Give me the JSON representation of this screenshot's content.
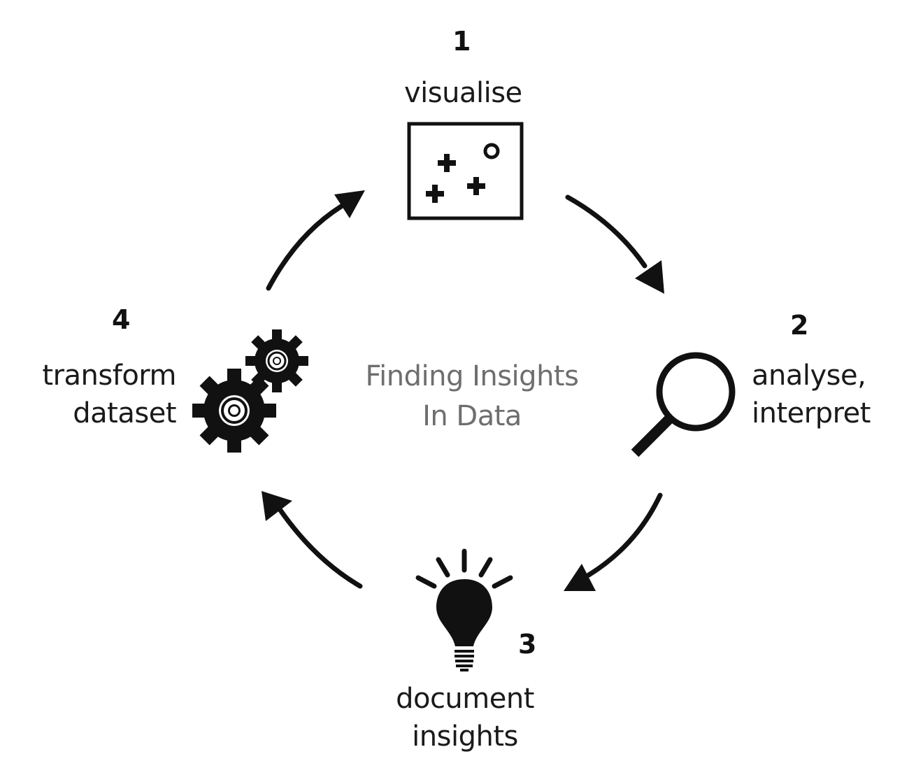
{
  "center_title": {
    "line1": "Finding Insights",
    "line2": "In Data"
  },
  "steps": [
    {
      "number": "1",
      "label_lines": [
        "visualise"
      ],
      "icon": "scatter-plot-icon"
    },
    {
      "number": "2",
      "label_lines": [
        "analyse,",
        "interpret"
      ],
      "icon": "magnifying-glass-icon"
    },
    {
      "number": "3",
      "label_lines": [
        "document",
        "insights"
      ],
      "icon": "lightbulb-icon"
    },
    {
      "number": "4",
      "label_lines": [
        "transform",
        "dataset"
      ],
      "icon": "gears-icon"
    }
  ],
  "colors": {
    "ink": "#111111",
    "center_text": "#6e6e6e",
    "background": "#ffffff"
  }
}
